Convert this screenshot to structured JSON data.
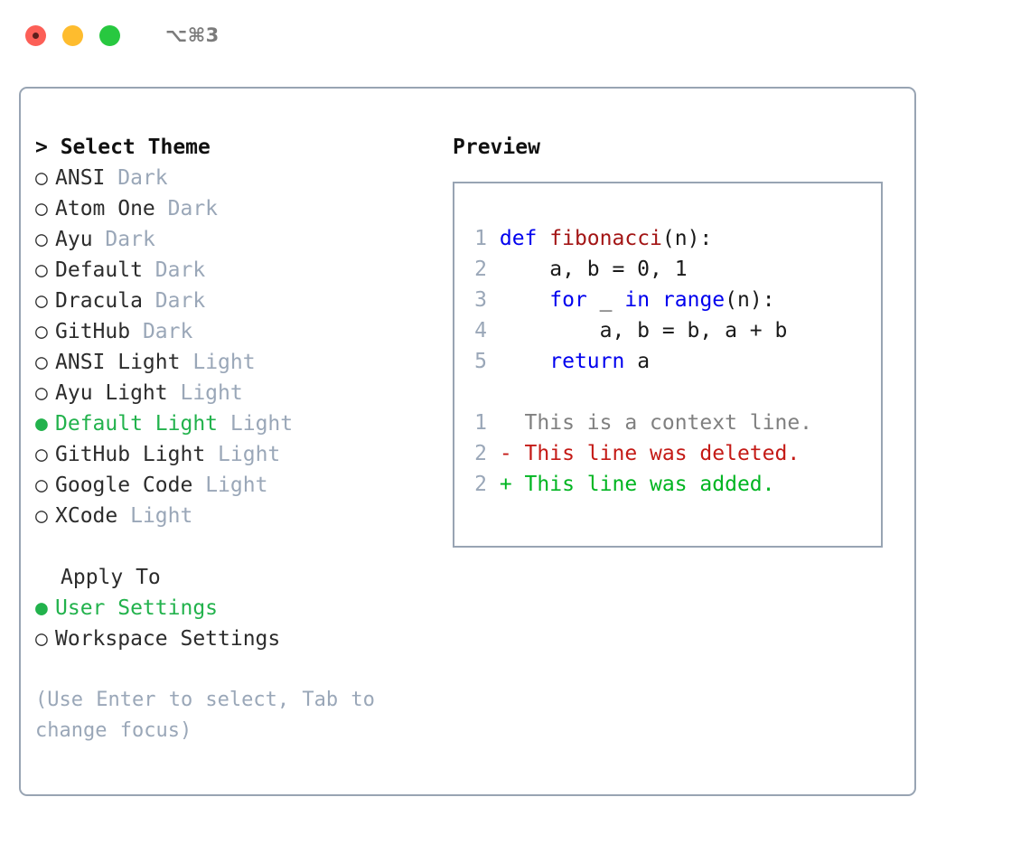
{
  "titlebar": {
    "traffic_lights": [
      "close-red",
      "minimize-yellow",
      "zoom-green"
    ],
    "shortcut": "⌥⌘3"
  },
  "theme_picker": {
    "header": "> Select Theme",
    "items": [
      {
        "bullet": "○",
        "name": "ANSI",
        "category": "Dark",
        "selected": false
      },
      {
        "bullet": "○",
        "name": "Atom One",
        "category": "Dark",
        "selected": false
      },
      {
        "bullet": "○",
        "name": "Ayu",
        "category": "Dark",
        "selected": false
      },
      {
        "bullet": "○",
        "name": "Default",
        "category": "Dark",
        "selected": false
      },
      {
        "bullet": "○",
        "name": "Dracula",
        "category": "Dark",
        "selected": false
      },
      {
        "bullet": "○",
        "name": "GitHub",
        "category": "Dark",
        "selected": false
      },
      {
        "bullet": "○",
        "name": "ANSI Light",
        "category": "Light",
        "selected": false
      },
      {
        "bullet": "○",
        "name": "Ayu Light",
        "category": "Light",
        "selected": false
      },
      {
        "bullet": "●",
        "name": "Default Light",
        "category": "Light",
        "selected": true
      },
      {
        "bullet": "○",
        "name": "GitHub Light",
        "category": "Light",
        "selected": false
      },
      {
        "bullet": "○",
        "name": "Google Code",
        "category": "Light",
        "selected": false
      },
      {
        "bullet": "○",
        "name": "XCode",
        "category": "Light",
        "selected": false
      }
    ]
  },
  "apply_to": {
    "label": "Apply To",
    "options": [
      {
        "bullet": "●",
        "name": "User Settings",
        "selected": true
      },
      {
        "bullet": "○",
        "name": "Workspace Settings",
        "selected": false
      }
    ]
  },
  "hint": "(Use Enter to select, Tab to change focus)",
  "preview": {
    "title": "Preview",
    "code_lines": [
      {
        "num": "1",
        "tokens": [
          {
            "t": " ",
            "c": "plain"
          },
          {
            "t": "def",
            "c": "kw"
          },
          {
            "t": " ",
            "c": "plain"
          },
          {
            "t": "fibonacci",
            "c": "fn"
          },
          {
            "t": "(n):",
            "c": "plain"
          }
        ]
      },
      {
        "num": "2",
        "tokens": [
          {
            "t": "     a, b = 0, 1",
            "c": "plain"
          }
        ]
      },
      {
        "num": "3",
        "tokens": [
          {
            "t": "     ",
            "c": "plain"
          },
          {
            "t": "for",
            "c": "kw"
          },
          {
            "t": " _ ",
            "c": "plain"
          },
          {
            "t": "in",
            "c": "kw"
          },
          {
            "t": " ",
            "c": "plain"
          },
          {
            "t": "range",
            "c": "kw"
          },
          {
            "t": "(n):",
            "c": "plain"
          }
        ]
      },
      {
        "num": "4",
        "tokens": [
          {
            "t": "         a, b = b, a + b",
            "c": "plain"
          }
        ]
      },
      {
        "num": "5",
        "tokens": [
          {
            "t": "     ",
            "c": "plain"
          },
          {
            "t": "return",
            "c": "kw"
          },
          {
            "t": " a",
            "c": "plain"
          }
        ]
      }
    ],
    "diff_lines": [
      {
        "num": "1",
        "tokens": [
          {
            "t": "   This is a context line.",
            "c": "ctx"
          }
        ]
      },
      {
        "num": "2",
        "tokens": [
          {
            "t": " - This line was deleted.",
            "c": "del"
          }
        ]
      },
      {
        "num": "2",
        "tokens": [
          {
            "t": " + This line was added.",
            "c": "add"
          }
        ]
      }
    ]
  },
  "colors": {
    "accent_green": "#22b24c",
    "muted_blue_gray": "#9aa7b8",
    "border": "#98a4b3",
    "keyword_blue": "#0000ee",
    "function_red": "#a31515",
    "diff_deleted": "#c41a16",
    "diff_added": "#00b521",
    "light_red": "#fc5f57",
    "light_yellow": "#febc2e",
    "light_green": "#28c840"
  }
}
